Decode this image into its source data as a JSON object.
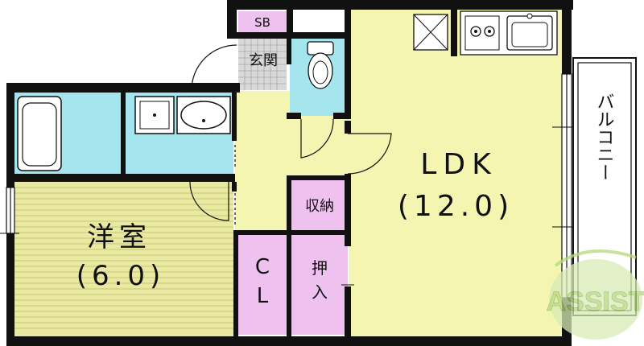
{
  "colors": {
    "wall": "#111111",
    "ldk_floor": "#f3f5b0",
    "hall_floor": "#f3f5b0",
    "wet_area": "#a5e6ee",
    "storage": "#eec1ee",
    "tatami_room": "#e9e9a2",
    "entrance_tile": "#d9d9d9",
    "balcony": "#ffffff",
    "watermark_green": "#b5d97b",
    "watermark_grey": "#9a9a9a"
  },
  "rooms": {
    "sb": "SB",
    "genkan": "玄関",
    "shuno": "収納",
    "ldk_name": "LDK",
    "ldk_size": "(12.0)",
    "balcony": "バルコニー",
    "yoshitsu_name": "洋室",
    "yoshitsu_size": "(6.0)",
    "cl_top": "C",
    "cl_bottom": "L",
    "oshiire_top": "押",
    "oshiire_bottom": "入"
  },
  "watermark": {
    "text": "ASSIST"
  },
  "icons": {
    "bathtub": "bathtub-icon",
    "washer": "washing-machine-icon",
    "sink": "washbasin-icon",
    "toilet": "toilet-icon",
    "fridge": "refrigerator-space-icon",
    "stove": "gas-stove-icon",
    "kitchen_sink": "kitchen-sink-icon"
  }
}
